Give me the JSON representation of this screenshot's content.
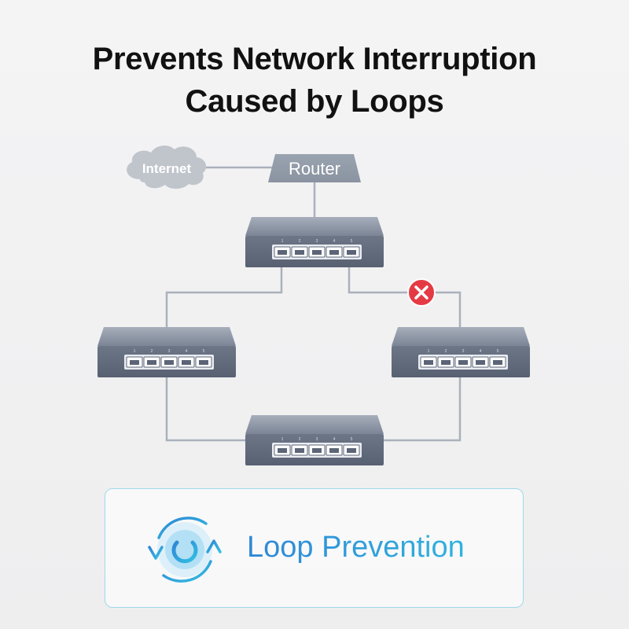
{
  "headline": {
    "line1": "Prevents Network Interruption",
    "line2": "Caused by Loops"
  },
  "diagram": {
    "cloud_label": "Internet",
    "router_label": "Router",
    "port_numbers": [
      "1",
      "2",
      "3",
      "4",
      "5"
    ],
    "blocked_link_icon": "x-circle-icon",
    "colors": {
      "device_body": "#6b7484",
      "device_top": "#8a93a2",
      "cable": "#a9b0bb",
      "block_red": "#e53a44"
    }
  },
  "feature": {
    "label": "Loop Prevention",
    "icon": "loop-prevention-icon",
    "colors": {
      "accent_start": "#2f86d6",
      "accent_end": "#31b3df"
    }
  }
}
